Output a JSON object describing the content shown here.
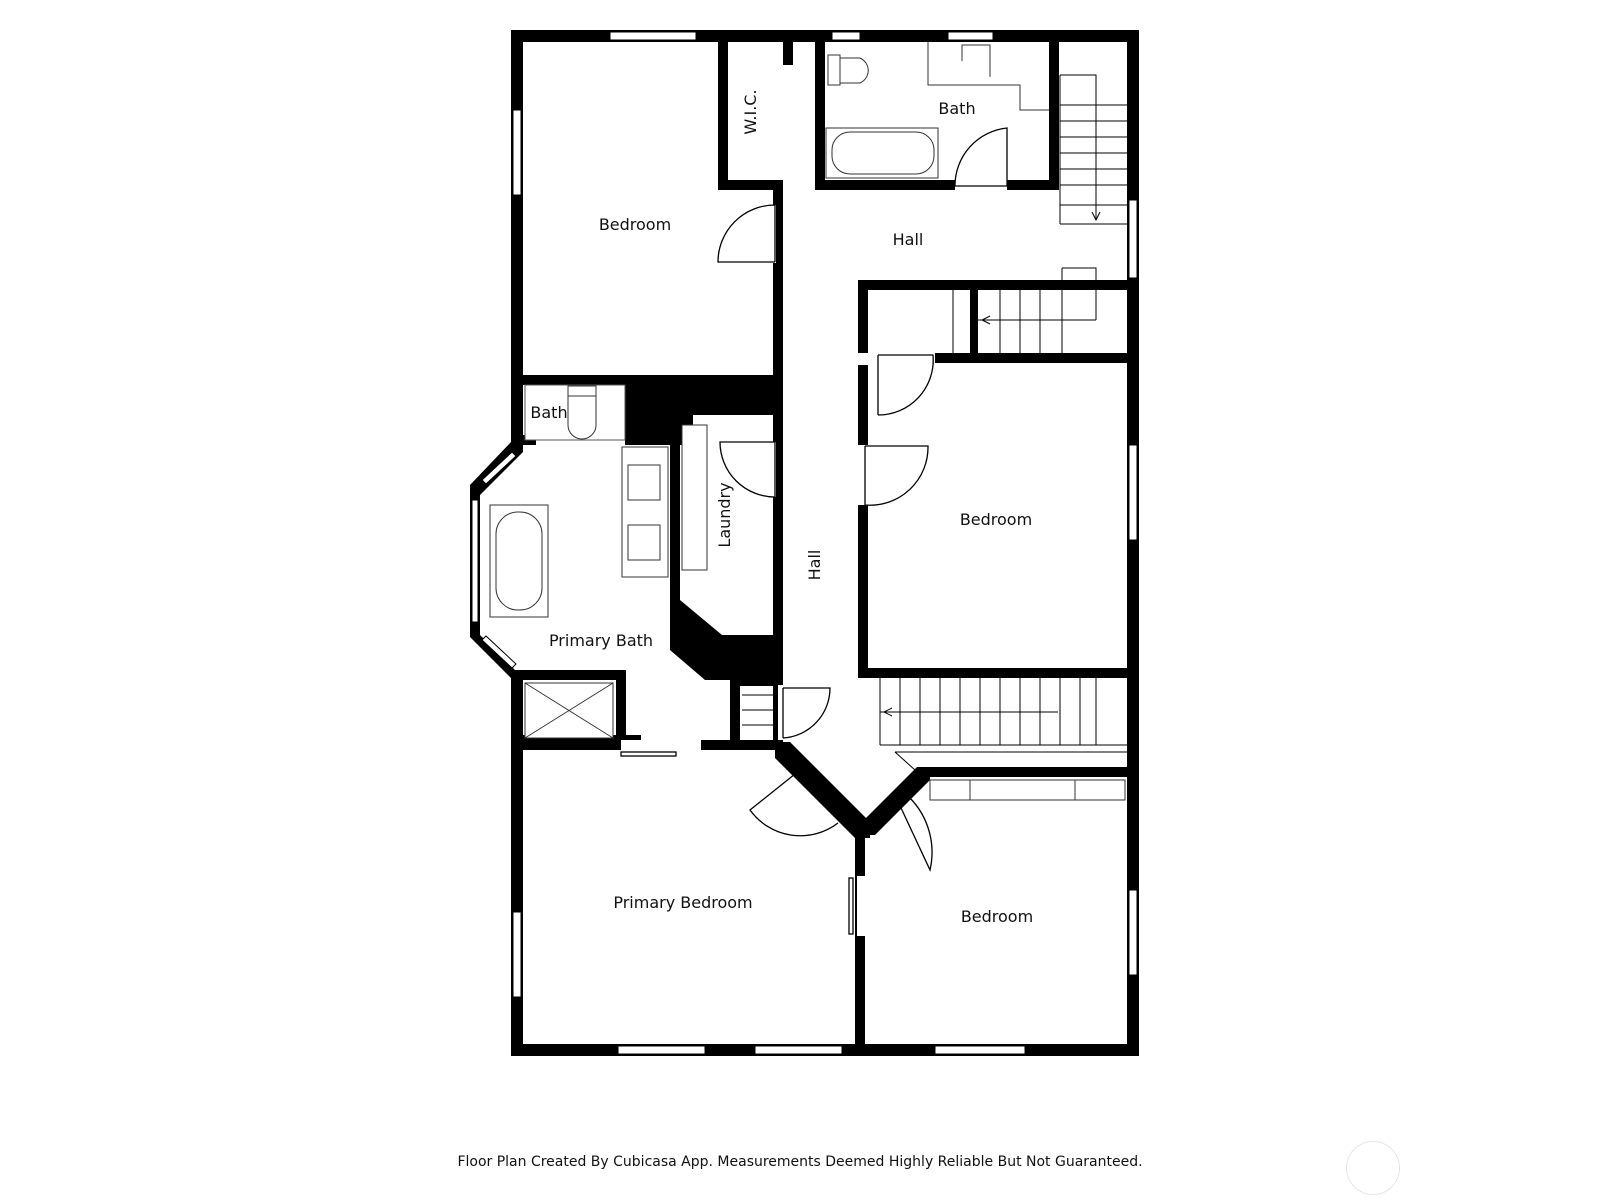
{
  "rooms": {
    "bedroom_nw": "Bedroom",
    "wic": "W.I.C.",
    "bath_n": "Bath",
    "hall_n": "Hall",
    "hall_center": "Hall",
    "bath_small": "Bath",
    "laundry": "Laundry",
    "primary_bath": "Primary Bath",
    "bedroom_e": "Bedroom",
    "primary_bedroom": "Primary Bedroom",
    "bedroom_se": "Bedroom"
  },
  "footer": {
    "disclaimer": "Floor Plan Created By Cubicasa App. Measurements Deemed Highly Reliable But Not Guaranteed."
  },
  "colors": {
    "wall": "#000000",
    "fixture": "#444444",
    "background": "#ffffff"
  }
}
